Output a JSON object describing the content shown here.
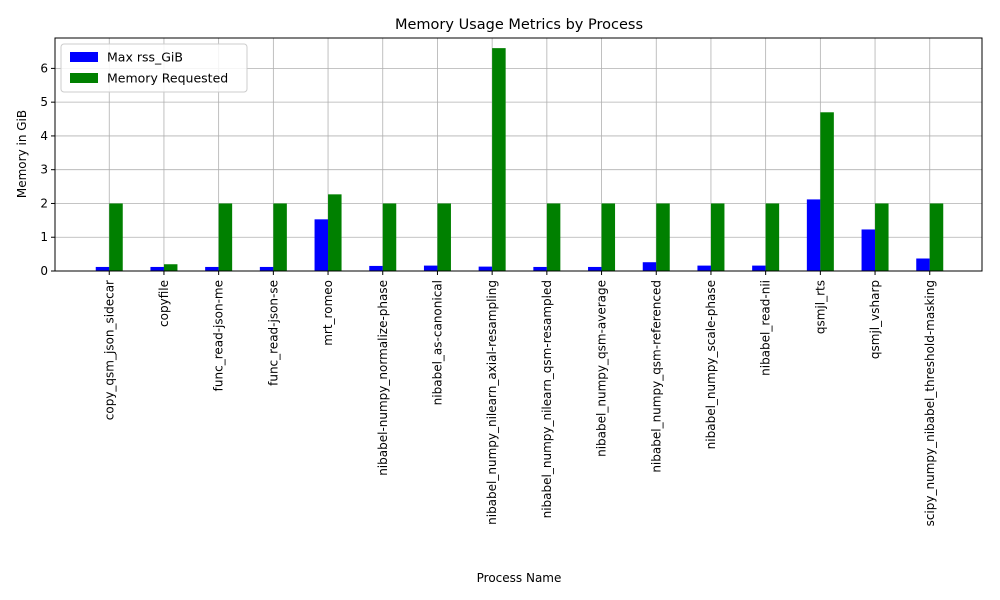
{
  "chart_data": {
    "type": "bar",
    "title": "Memory Usage Metrics by Process",
    "xlabel": "Process Name",
    "ylabel": "Memory in GiB",
    "ylim": [
      0,
      6.9
    ],
    "yticks": [
      0,
      1,
      2,
      3,
      4,
      5,
      6
    ],
    "grid": true,
    "legend_position": "top-left",
    "categories": [
      "copy_qsm_json_sidecar",
      "copyfile",
      "func_read-json-me",
      "func_read-json-se",
      "mrt_romeo",
      "nibabel-numpy_normalize-phase",
      "nibabel_as-canonical",
      "nibabel_numpy_nilearn_axial-resampling",
      "nibabel_numpy_nilearn_qsm-resampled",
      "nibabel_numpy_qsm-average",
      "nibabel_numpy_qsm-referenced",
      "nibabel_numpy_scale-phase",
      "nibabel_read-nii",
      "qsmjl_rts",
      "qsmjl_vsharp",
      "scipy_numpy_nibabel_threshold-masking"
    ],
    "series": [
      {
        "name": "Max rss_GiB",
        "color": "#0000ff",
        "values": [
          0.12,
          0.12,
          0.12,
          0.12,
          1.53,
          0.15,
          0.16,
          0.13,
          0.12,
          0.12,
          0.26,
          0.16,
          0.16,
          2.12,
          1.23,
          0.37
        ]
      },
      {
        "name": "Memory Requested",
        "color": "#008000",
        "values": [
          2.0,
          0.2,
          2.0,
          2.0,
          2.27,
          2.0,
          2.0,
          6.6,
          2.0,
          2.0,
          2.0,
          2.0,
          2.0,
          4.7,
          2.0,
          2.0
        ]
      }
    ]
  }
}
